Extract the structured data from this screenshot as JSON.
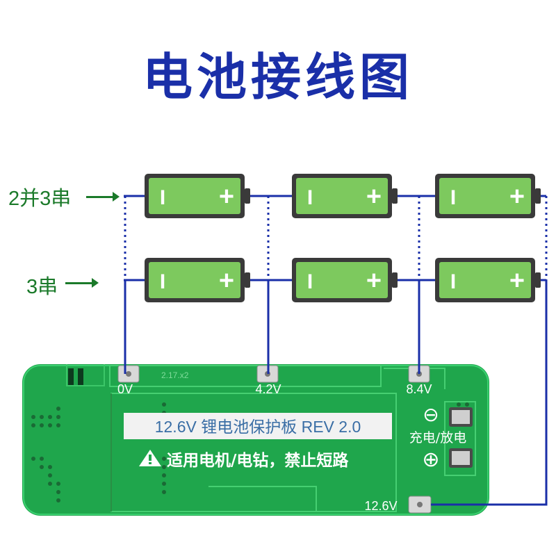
{
  "title": "电池接线图",
  "rows": [
    {
      "label": "2并3串"
    },
    {
      "label": "3串"
    }
  ],
  "battery": {
    "neg": "I",
    "pos": "+"
  },
  "board": {
    "taps": [
      "0V",
      "4.2V",
      "8.4V"
    ],
    "out_tap": "12.6V",
    "model": "12.6V 锂电池保护板 REV 2.0",
    "warning": "适用电机/电钻，禁止短路",
    "charge_label": "充电/放电",
    "silk_code": "2.17.x2",
    "minus_symbol": "⊖",
    "plus_symbol": "⊕"
  },
  "colors": {
    "title": "#1a2fa8",
    "wire": "#1a2fa8",
    "battery_fill": "#7dc95e",
    "battery_border": "#3a3a3a",
    "pcb": "#1fa64c",
    "label": "#1b7a2a"
  }
}
